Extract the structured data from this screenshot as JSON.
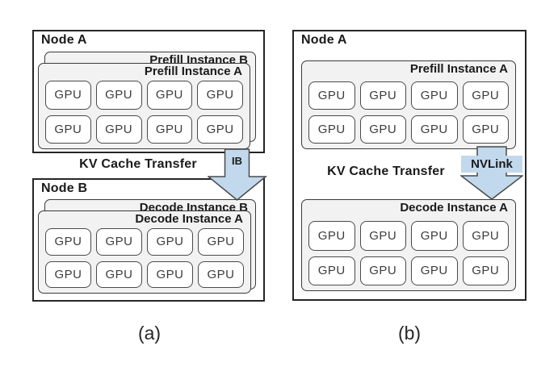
{
  "figure": {
    "gpu_label": "GPU",
    "panel_a": {
      "caption": "(a)",
      "transfer_label": "KV Cache Transfer",
      "arrow_label": "IB",
      "node_top": {
        "title": "Node A",
        "back_instance_label": "Prefill Instance B",
        "front_instance_label": "Prefill Instance A"
      },
      "node_bottom": {
        "title": "Node B",
        "back_instance_label": "Decode Instance B",
        "front_instance_label": "Decode Instance A"
      }
    },
    "panel_b": {
      "caption": "(b)",
      "transfer_label": "KV Cache Transfer",
      "arrow_label": "NVLink",
      "node": {
        "title": "Node A",
        "prefill_instance_label": "Prefill Instance A",
        "decode_instance_label": "Decode Instance A"
      }
    },
    "colors": {
      "arrow_fill": "#C2D8EC",
      "arrow_stroke": "#4A4A4A",
      "instance_fill": "#F2F2F2",
      "node_border": "#262626",
      "text": "#1A1A1A"
    }
  }
}
